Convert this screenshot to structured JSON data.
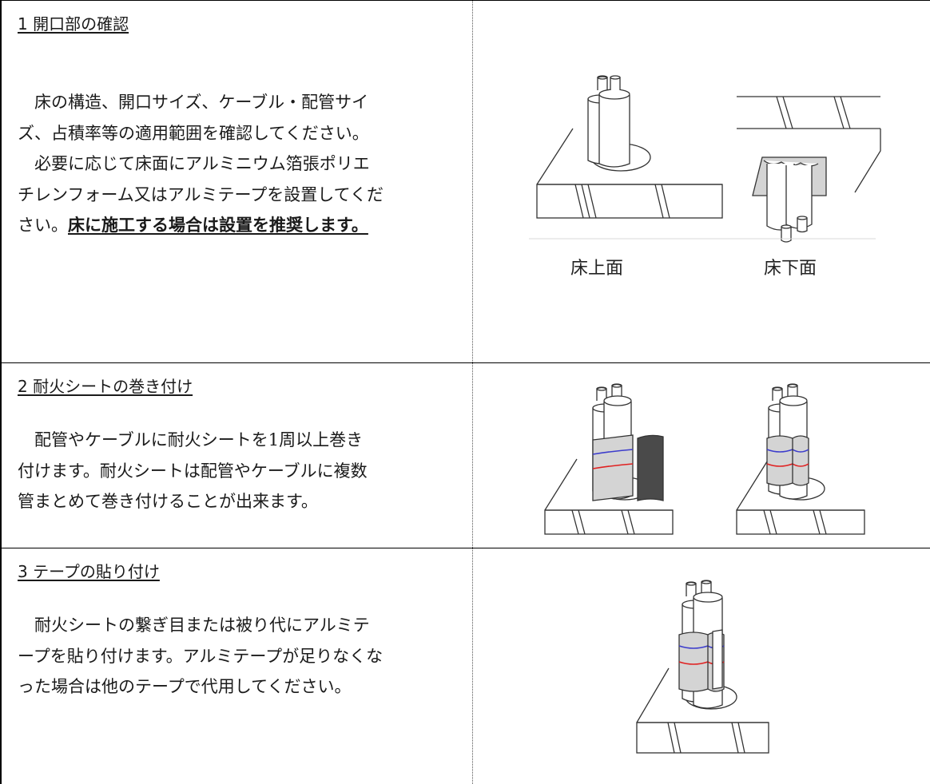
{
  "steps": [
    {
      "title": "1 開口部の確認",
      "lines": [
        "床の構造、開口サイズ、ケーブル・配管サイ",
        "ズ、占積率等の適用範囲を確認してください。",
        "必要に応じて床面にアルミニウム箔張ポリエ",
        "チレンフォーム又はアルミテープを設置してくだ"
      ],
      "last_line_plain": "さい。",
      "last_line_emphasis": "床に施工する場合は設置を推奨します。",
      "captions": [
        "床上面",
        "床下面"
      ]
    },
    {
      "title": "2 耐火シートの巻き付け",
      "lines": [
        "配管やケーブルに耐火シートを1周以上巻き",
        "付けます。耐火シートは配管やケーブルに複数",
        "管まとめて巻き付けることが出来ます。"
      ]
    },
    {
      "title": "3 テープの貼り付け",
      "lines": [
        "耐火シートの繋ぎ目または被り代にアルミテ",
        "ープを貼り付けます。アルミテープが足りなくな",
        "った場合は他のテープで代用してください。"
      ]
    }
  ],
  "colors": {
    "sheet_light": "#d4d4d4",
    "sheet_dark": "#4a4a4a",
    "line_blue": "#3c3ccc",
    "line_red": "#e02020",
    "outline": "#333333"
  }
}
